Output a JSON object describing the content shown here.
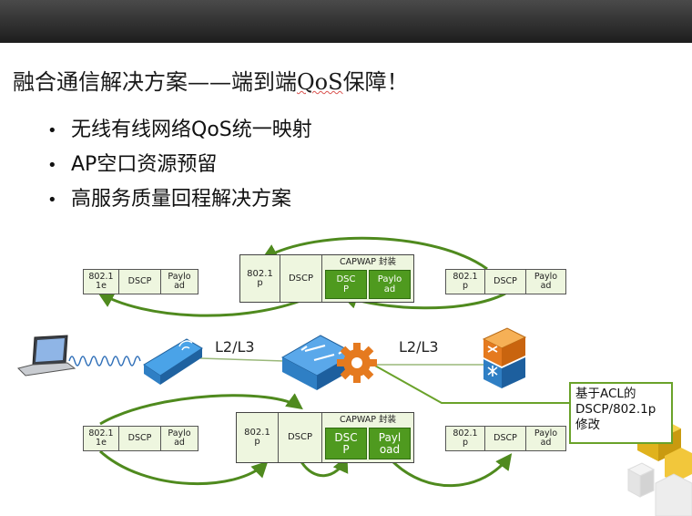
{
  "title": {
    "prefix": "融合通信解决方案——端到端",
    "qos": "QoS",
    "suffix": "保障！"
  },
  "bullets": [
    "无线有线网络QoS统一映射",
    "AP空口资源预留",
    "高服务质量回程解决方案"
  ],
  "bullet_glyph": "•",
  "diagram": {
    "packets": {
      "top_left": [
        "802.1\n1e",
        "DSCP",
        "Paylo\nad"
      ],
      "top_right": [
        "802.1\np",
        "DSCP",
        "Paylo\nad"
      ],
      "bottom_left": [
        "802.1\n1e",
        "DSCP",
        "Paylo\nad"
      ],
      "bottom_right": [
        "802.1\np",
        "DSCP",
        "Paylo\nad"
      ],
      "top_center": {
        "outer": [
          "802.1\np",
          "DSCP"
        ],
        "capwap_label": "CAPWAP 封装",
        "inner": [
          "DSC\nP",
          "Paylo\nad"
        ]
      },
      "bottom_center": {
        "outer": [
          "802.1\np",
          "DSCP"
        ],
        "capwap_label": "CAPWAP 封装",
        "inner": [
          "DSC\nP",
          "Payl\noad"
        ]
      }
    },
    "link_label_left": "L2/L3",
    "link_label_right": "L2/L3",
    "note": "基于ACL的DSCP/802.1p修改",
    "colors": {
      "arrow_green": "#4f8a1e",
      "packet_fill": "#eef6df",
      "capwap_inner": "#4f9a1f",
      "ap_blue": "#2f7fc4",
      "switch_orange": "#e57a1f"
    },
    "icons": [
      "laptop-icon",
      "wireless-signal-icon",
      "access-point-icon",
      "switch-icon",
      "gear-icon",
      "ac-controller-icon"
    ]
  }
}
